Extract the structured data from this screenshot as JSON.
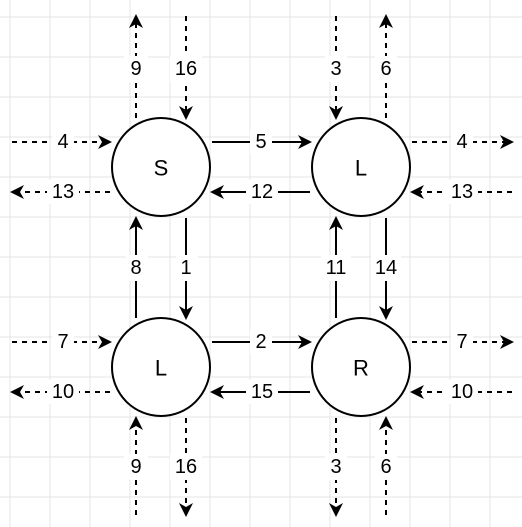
{
  "nodes": [
    {
      "id": "n_tl",
      "label": "S"
    },
    {
      "id": "n_tr",
      "label": "L"
    },
    {
      "id": "n_bl",
      "label": "L"
    },
    {
      "id": "n_br",
      "label": "R"
    }
  ],
  "edges": {
    "tl_up_out": "9",
    "tl_down_in": "16",
    "tl_left_in": "4",
    "tl_left_out": "13",
    "tl_to_tr": "5",
    "tr_to_tl": "12",
    "tl_to_bl": "1",
    "bl_to_tl": "8",
    "tr_up_in": "3",
    "tr_up_out": "6",
    "tr_right_out": "4",
    "tr_right_in": "13",
    "br_to_tr": "11",
    "tr_to_br": "14",
    "bl_left_in": "7",
    "bl_left_out": "10",
    "bl_to_br": "2",
    "br_to_bl": "15",
    "bl_down_in": "9",
    "bl_down_out": "16",
    "br_right_out": "7",
    "br_right_in": "10",
    "br_down_out": "3",
    "br_down_in": "6"
  },
  "colors": {
    "stroke": "#000000",
    "grid": "#e4e4e4",
    "background": "#ffffff"
  }
}
